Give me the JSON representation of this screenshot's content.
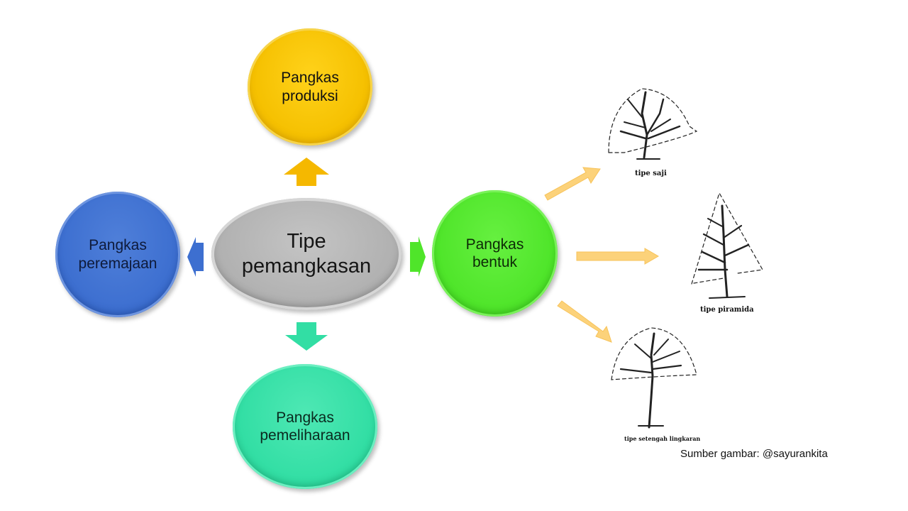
{
  "diagram": {
    "center": {
      "label": "Tipe\npemangkasan",
      "color": "#b1b1b1"
    },
    "branches": [
      {
        "id": "produksi",
        "label": "Pangkas\nproduksi",
        "direction": "up",
        "color": "#f5c000"
      },
      {
        "id": "peremajaan",
        "label": "Pangkas\nperemajaan",
        "direction": "left",
        "color": "#3d6fd0"
      },
      {
        "id": "pemeliharaan",
        "label": "Pangkas\npemeliharaan",
        "direction": "down",
        "color": "#32dea4"
      },
      {
        "id": "bentuk",
        "label": "Pangkas\nbentuk",
        "direction": "right",
        "color": "#4fe52a"
      }
    ],
    "shape_types": [
      {
        "id": "saji",
        "caption": "tipe saji"
      },
      {
        "id": "piramida",
        "caption": "tipe piramida"
      },
      {
        "id": "setengah-lingkaran",
        "caption": "tipe setengah lingkaran"
      }
    ],
    "arrow_colors": {
      "up": "#f5b800",
      "left": "#3d6fd0",
      "down": "#32dea4",
      "right": "#4fe52a",
      "shape": "#fcd27a"
    }
  },
  "source_credit": "Sumber gambar: @sayurankita"
}
